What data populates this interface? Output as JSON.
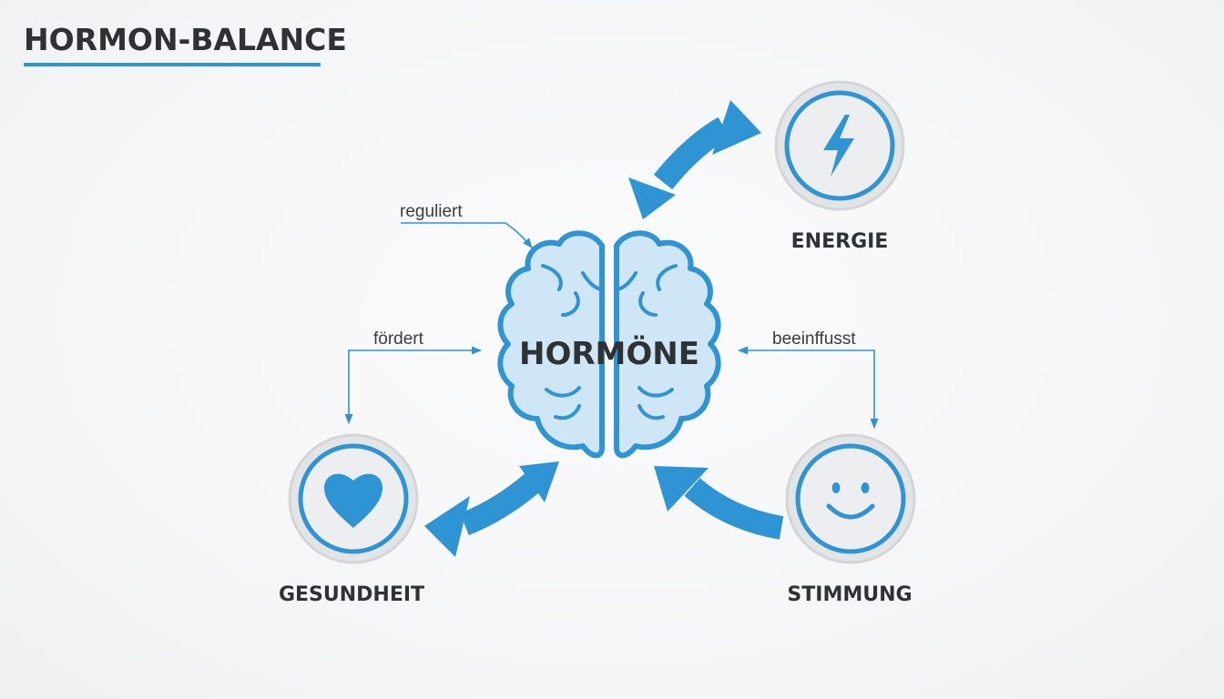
{
  "title": "HORMON-BALANCE",
  "center": {
    "label": "HORMÖNE",
    "icon": "brain-icon"
  },
  "nodes": {
    "energy": {
      "label": "ENERGIE",
      "icon": "lightning-bolt-icon"
    },
    "health": {
      "label": "GESUNDHEIT",
      "icon": "heart-icon"
    },
    "mood": {
      "label": "STIMMUNG",
      "icon": "smiley-face-icon"
    }
  },
  "edges": {
    "regulates": "reguliert",
    "promotes": "fördert",
    "influences": "beeinffusst"
  },
  "colors": {
    "accent": "#2f94d3",
    "brain_fill": "#cfe6f6",
    "circle_border": "#d9dadc",
    "circle_fill": "#eceef0",
    "text": "#2f3235"
  }
}
